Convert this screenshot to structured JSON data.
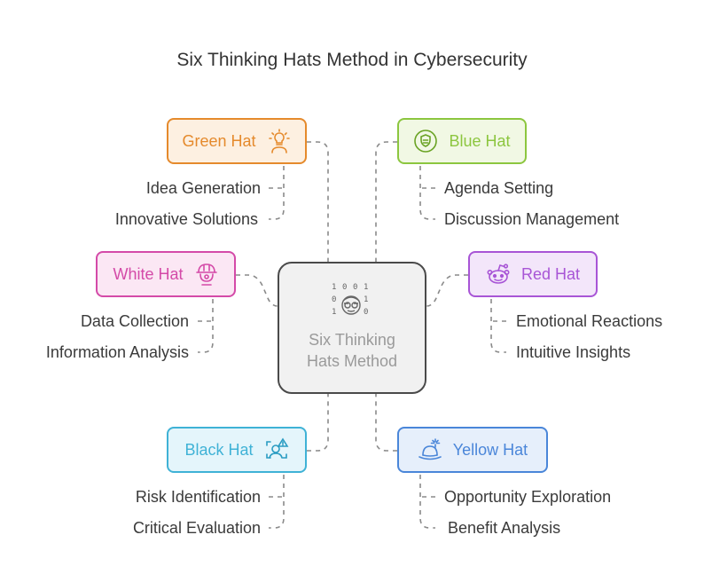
{
  "title": "Six Thinking Hats Method in Cybersecurity",
  "center": {
    "label": "Six Thinking\nHats Method",
    "icon": "binary-head-icon"
  },
  "hats": [
    {
      "id": "green",
      "label": "Green Hat",
      "icon": "lightbulb-person-icon",
      "color": "#e58a2c",
      "bg": "#fdf0e1",
      "items": [
        "Idea Generation",
        "Innovative Solutions"
      ]
    },
    {
      "id": "blue",
      "label": "Blue Hat",
      "icon": "globe-shield-icon",
      "color": "#8cc63f",
      "bg": "#f1f8e4",
      "items": [
        "Agenda Setting",
        "Discussion Management"
      ]
    },
    {
      "id": "white",
      "label": "White Hat",
      "icon": "hard-hat-worker-icon",
      "color": "#d44aa8",
      "bg": "#fbe7f4",
      "items": [
        "Data Collection",
        "Information Analysis"
      ]
    },
    {
      "id": "red",
      "label": "Red Hat",
      "icon": "reddit-alien-icon",
      "color": "#a855d6",
      "bg": "#f3e6fa",
      "items": [
        "Emotional Reactions",
        "Intuitive Insights"
      ]
    },
    {
      "id": "black",
      "label": "Black Hat",
      "icon": "face-scan-alert-icon",
      "color": "#3fb2d6",
      "bg": "#e4f5fb",
      "items": [
        "Risk Identification",
        "Critical Evaluation"
      ]
    },
    {
      "id": "yellow",
      "label": "Yellow Hat",
      "icon": "sparkle-hat-icon",
      "color": "#4a86d9",
      "bg": "#e6effb",
      "items": [
        "Opportunity Exploration",
        "Benefit Analysis"
      ]
    }
  ]
}
